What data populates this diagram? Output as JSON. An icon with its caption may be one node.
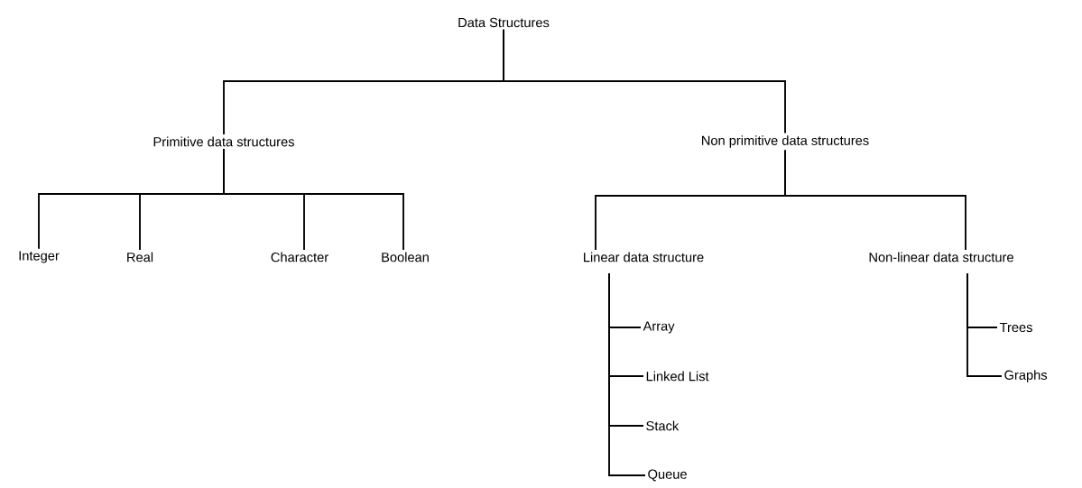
{
  "diagram": {
    "nodes": [
      {
        "text": [
          "Data Structures"
        ]
      },
      {
        "text": [
          "Primitive data structures"
        ]
      },
      {
        "text": [
          "Non primitive data structures"
        ]
      },
      {
        "text": [
          "Integer"
        ]
      },
      {
        "text": [
          "Real"
        ]
      },
      {
        "text": [
          "Character"
        ]
      },
      {
        "text": [
          "Boolean"
        ]
      },
      {
        "text": [
          "Linear data structure"
        ]
      },
      {
        "text": [
          "Non-linear data structure"
        ]
      },
      {
        "text": [
          "Array"
        ]
      },
      {
        "text": [
          "Linked List"
        ]
      },
      {
        "text": [
          "Stack"
        ]
      },
      {
        "text": [
          "Queue"
        ]
      },
      {
        "text": [
          "Trees"
        ]
      },
      {
        "text": [
          "Graphs"
        ]
      }
    ],
    "edges": [
      {
        "from": 0,
        "to": 1,
        "arrow": "none"
      },
      {
        "from": 0,
        "to": 2,
        "arrow": "none"
      },
      {
        "from": 1,
        "to": 3,
        "arrow": "none"
      },
      {
        "from": 1,
        "to": 4,
        "arrow": "none"
      },
      {
        "from": 1,
        "to": 5,
        "arrow": "none"
      },
      {
        "from": 1,
        "to": 6,
        "arrow": "none"
      },
      {
        "from": 2,
        "to": 7,
        "arrow": "none"
      },
      {
        "from": 2,
        "to": 8,
        "arrow": "none"
      },
      {
        "from": 7,
        "to": 9,
        "arrow": "none"
      },
      {
        "from": 7,
        "to": 10,
        "arrow": "none"
      },
      {
        "from": 7,
        "to": 11,
        "arrow": "none"
      },
      {
        "from": 7,
        "to": 12,
        "arrow": "none"
      },
      {
        "from": 8,
        "to": 13,
        "arrow": "none"
      },
      {
        "from": 8,
        "to": 14,
        "arrow": "none"
      }
    ]
  }
}
